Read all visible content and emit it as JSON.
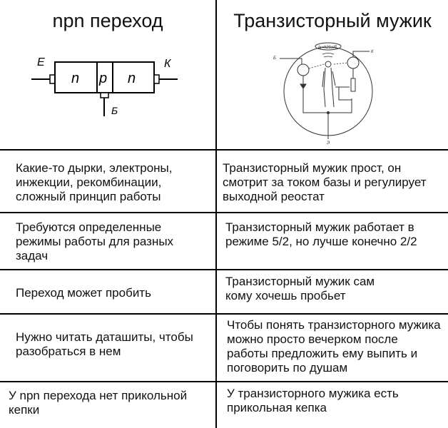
{
  "header": {
    "left": "npn переход",
    "right": "Транзисторный мужик"
  },
  "diagram": {
    "emitter": "Е",
    "collector": "К",
    "base": "Б",
    "n1": "n",
    "p": "p",
    "n2": "n"
  },
  "picture": {
    "formula": "Iк=h21эIб",
    "b": "Б",
    "k": "К",
    "e": "Э"
  },
  "rows": [
    {
      "left": "Какие-то дырки, электроны, инжекции, рекомбинации, сложный принцип работы",
      "right": "Транзисторный мужик прост, он смотрит за током базы и регулирует выходной реостат"
    },
    {
      "left": "Требуются определенные режимы работы для разных задач",
      "right": "Транзисторный мужик работает в режиме 5/2, но лучше конечно 2/2"
    },
    {
      "left": "Переход может пробить",
      "right": "Транзисторный мужик сам кому хочешь пробьет"
    },
    {
      "left": "Нужно читать даташиты, чтобы разобраться в нем",
      "right": "Чтобы понять транзисторного мужика можно просто вечерком после работы предложить ему выпить и поговорить по душам"
    },
    {
      "left": "У npn перехода нет прикольной кепки",
      "right": "У транзисторного мужика есть прикольная кепка"
    }
  ]
}
